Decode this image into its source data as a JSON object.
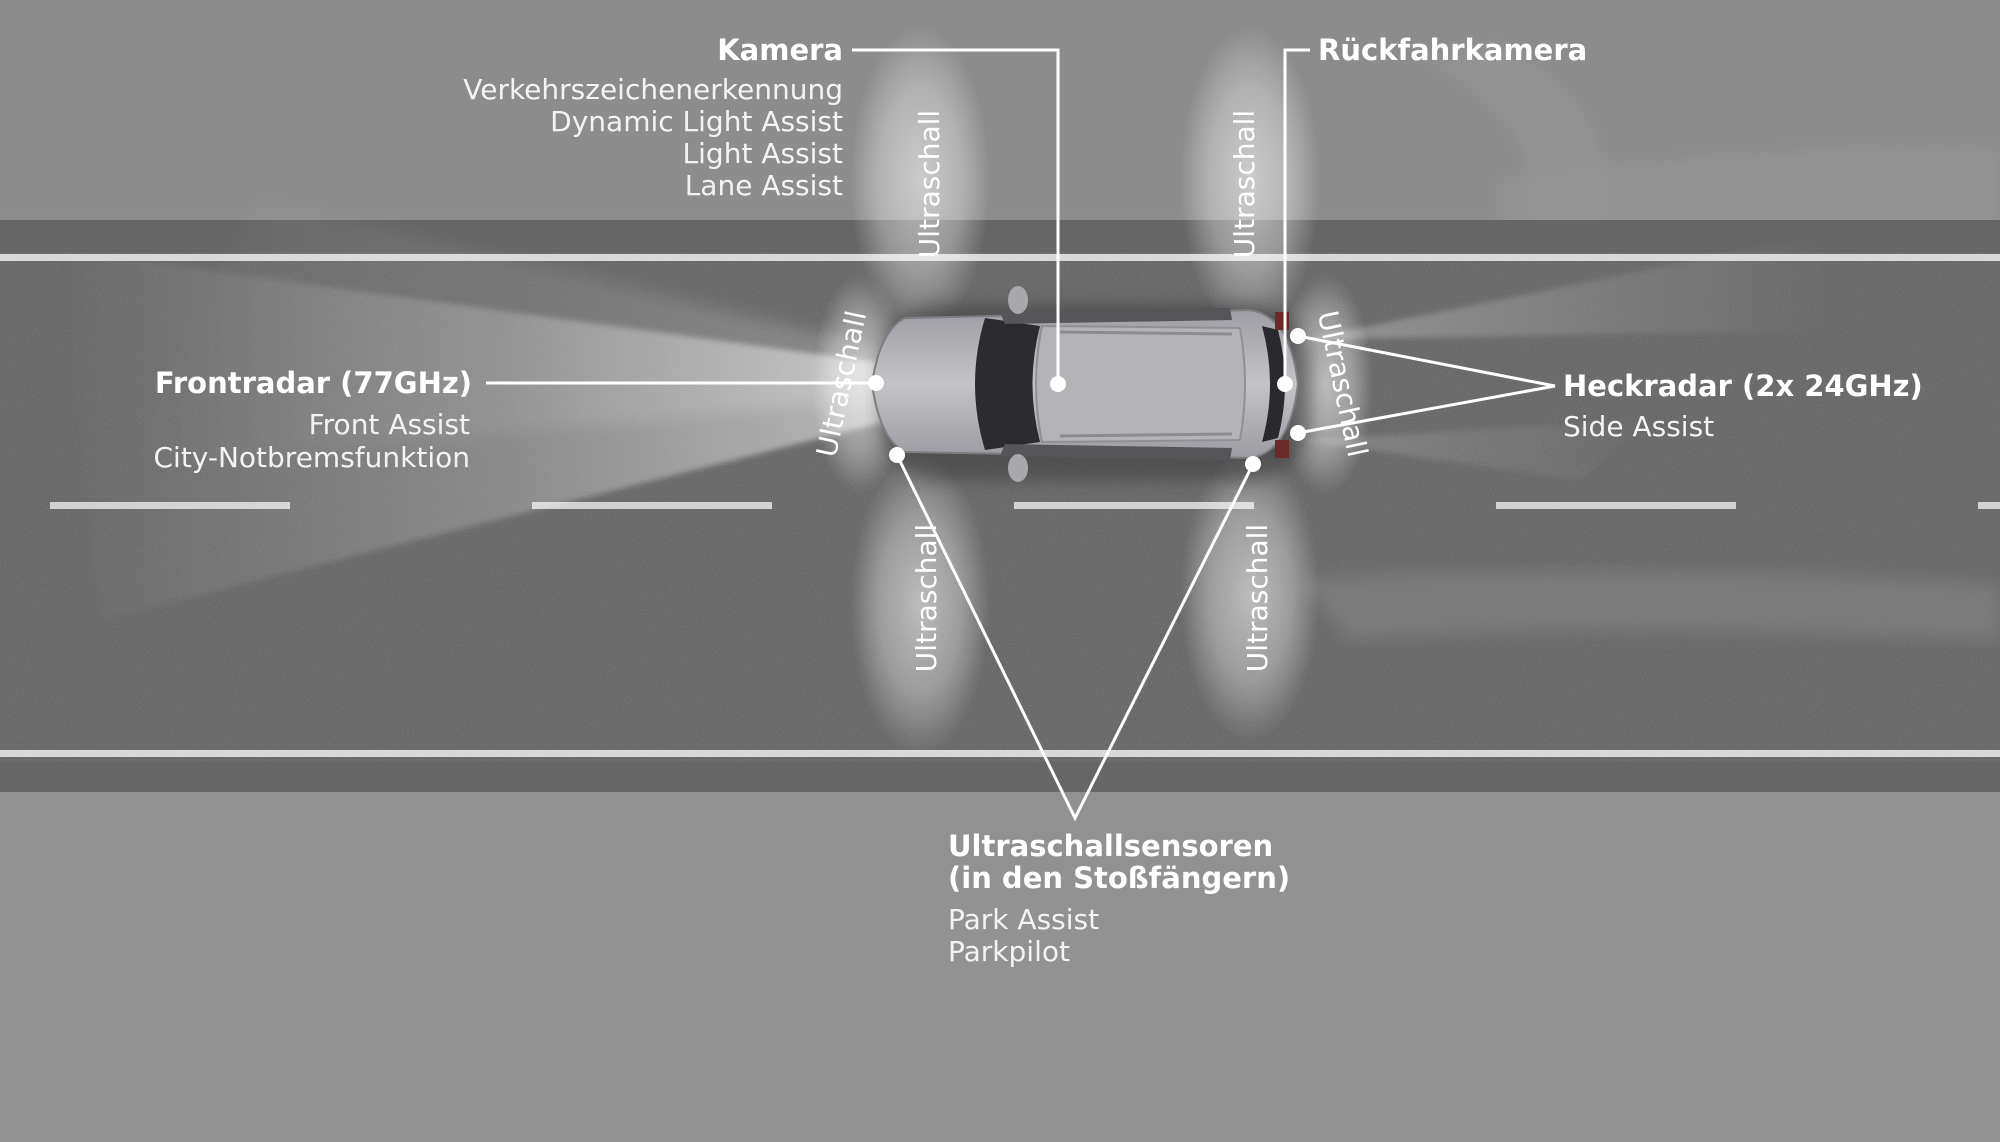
{
  "labels": {
    "kamera": {
      "title": "Kamera",
      "features": [
        "Verkehrszeichenerkennung",
        "Dynamic Light Assist",
        "Light Assist",
        "Lane Assist"
      ]
    },
    "rueckfahrkamera": {
      "title": "Rückfahrkamera"
    },
    "frontradar": {
      "title": "Frontradar (77GHz)",
      "features": [
        "Front Assist",
        "City-Notbremsfunktion"
      ]
    },
    "heckradar": {
      "title": "Heckradar (2x 24GHz)",
      "features": [
        "Side Assist"
      ]
    },
    "ultraschallsensoren": {
      "title_line1": "Ultraschallsensoren",
      "title_line2": "(in den Stoßfängern)",
      "features": [
        "Park Assist",
        "Parkpilot"
      ]
    }
  },
  "ultrasonic_zone_label": "Ultraschall",
  "colors": {
    "background": "#8f8f8f",
    "road": "#5c5c5c",
    "lane_marking": "#d8d8d8",
    "car_body": "#b9b9bd",
    "text": "#ffffff"
  }
}
